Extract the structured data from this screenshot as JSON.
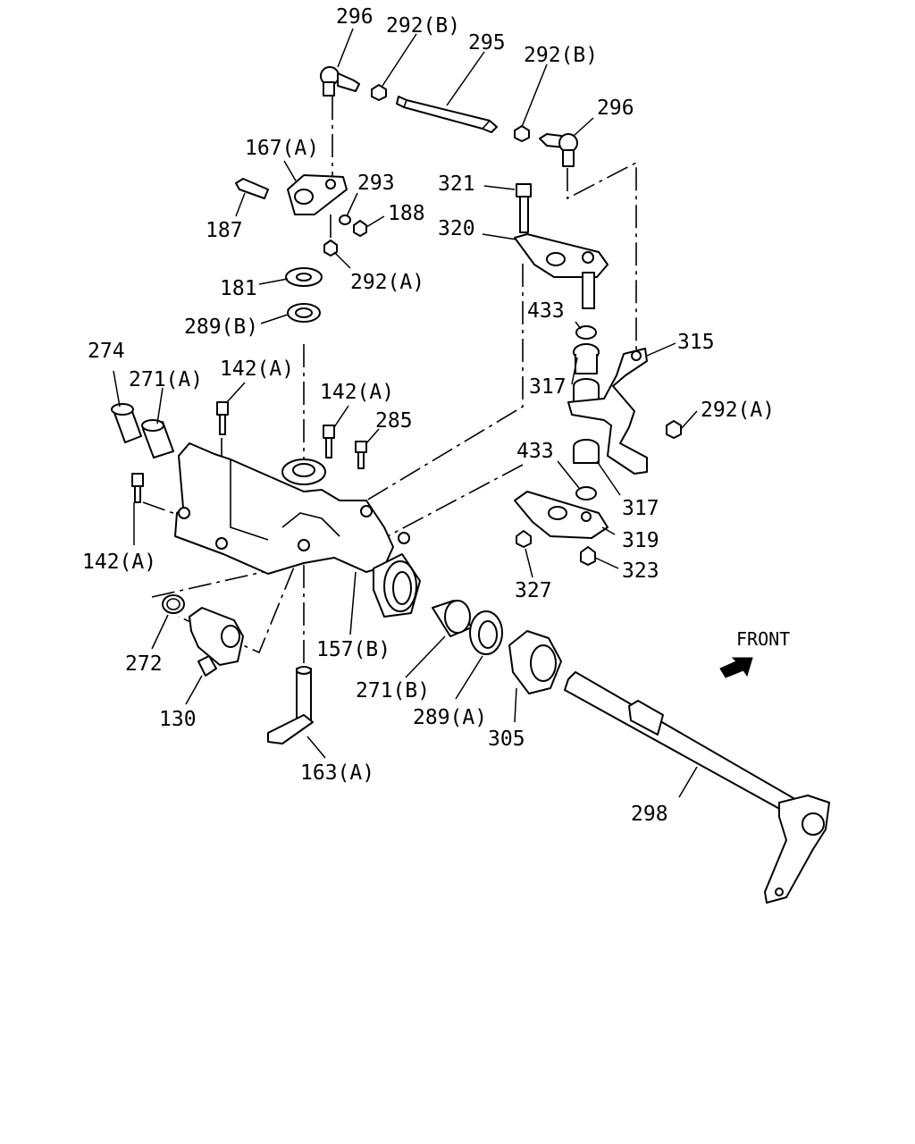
{
  "labels": {
    "p296a": "296",
    "p292b_a": "292(B)",
    "p295": "295",
    "p292b_b": "292(B)",
    "p296b": "296",
    "p167a": "167(A)",
    "p293": "293",
    "p188": "188",
    "p187": "187",
    "p292a_a": "292(A)",
    "p181": "181",
    "p289b": "289(B)",
    "p321": "321",
    "p320": "320",
    "p433a": "433",
    "p315": "315",
    "p317a": "317",
    "p292a_b": "292(A)",
    "p274": "274",
    "p271a": "271(A)",
    "p142a_a": "142(A)",
    "p142a_b": "142(A)",
    "p285": "285",
    "p433b": "433",
    "p317b": "317",
    "p319": "319",
    "p323": "323",
    "p327": "327",
    "p142a_c": "142(A)",
    "p272": "272",
    "p157b": "157(B)",
    "p271b": "271(B)",
    "p289a": "289(A)",
    "p305": "305",
    "p130": "130",
    "p163a": "163(A)",
    "p298": "298",
    "front": "FRONT"
  },
  "icons": {
    "front_arrow": "front-arrow-icon"
  }
}
